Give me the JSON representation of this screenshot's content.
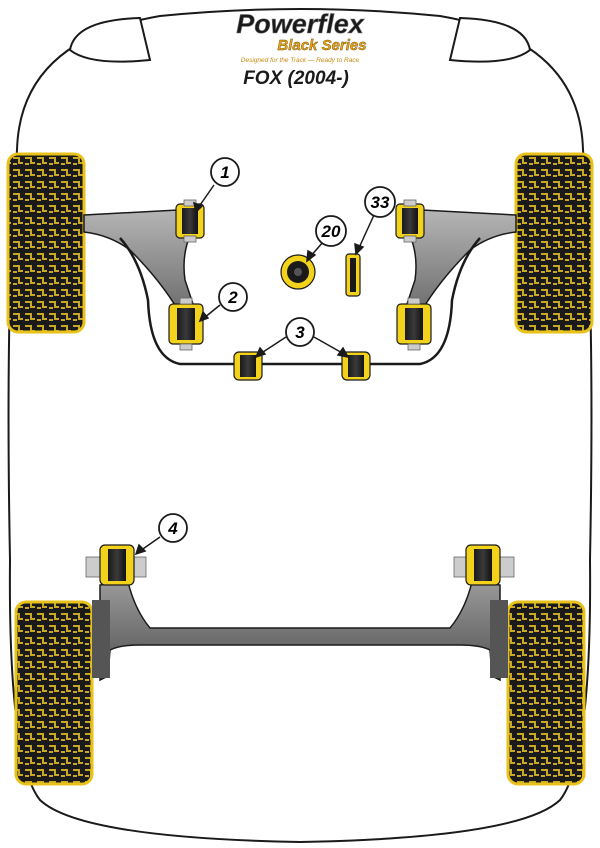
{
  "brand": {
    "name": "Powerflex",
    "series": "Black Series",
    "tagline": "Designed for the Track — Ready to Race",
    "model": "FOX (2004-)"
  },
  "callouts": {
    "c1": "1",
    "c2": "2",
    "c3": "3",
    "c4": "4",
    "c20": "20",
    "c33": "33"
  },
  "colors": {
    "bush_yellow": "#f2d21a",
    "tyre_tread": "#c9a826",
    "arm_gray": "#7d7d7d",
    "outline": "#1a1a1a"
  }
}
